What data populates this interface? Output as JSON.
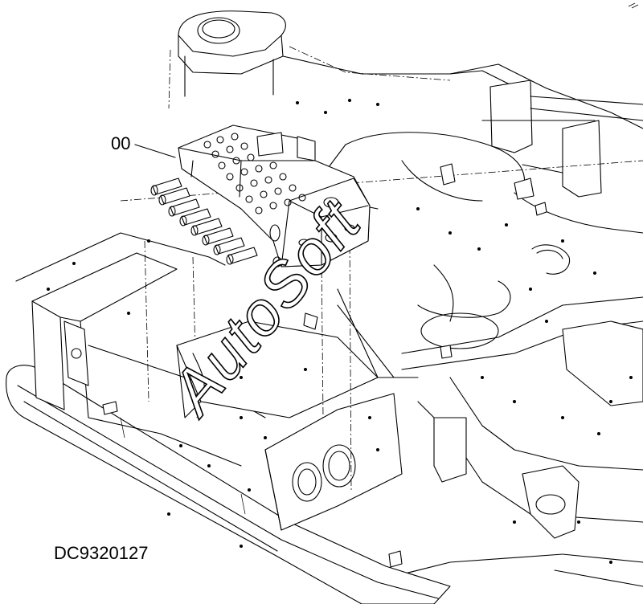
{
  "diagram": {
    "part_callout": "00",
    "drawing_code": "DC9320127",
    "watermark": "AutoSoft"
  }
}
